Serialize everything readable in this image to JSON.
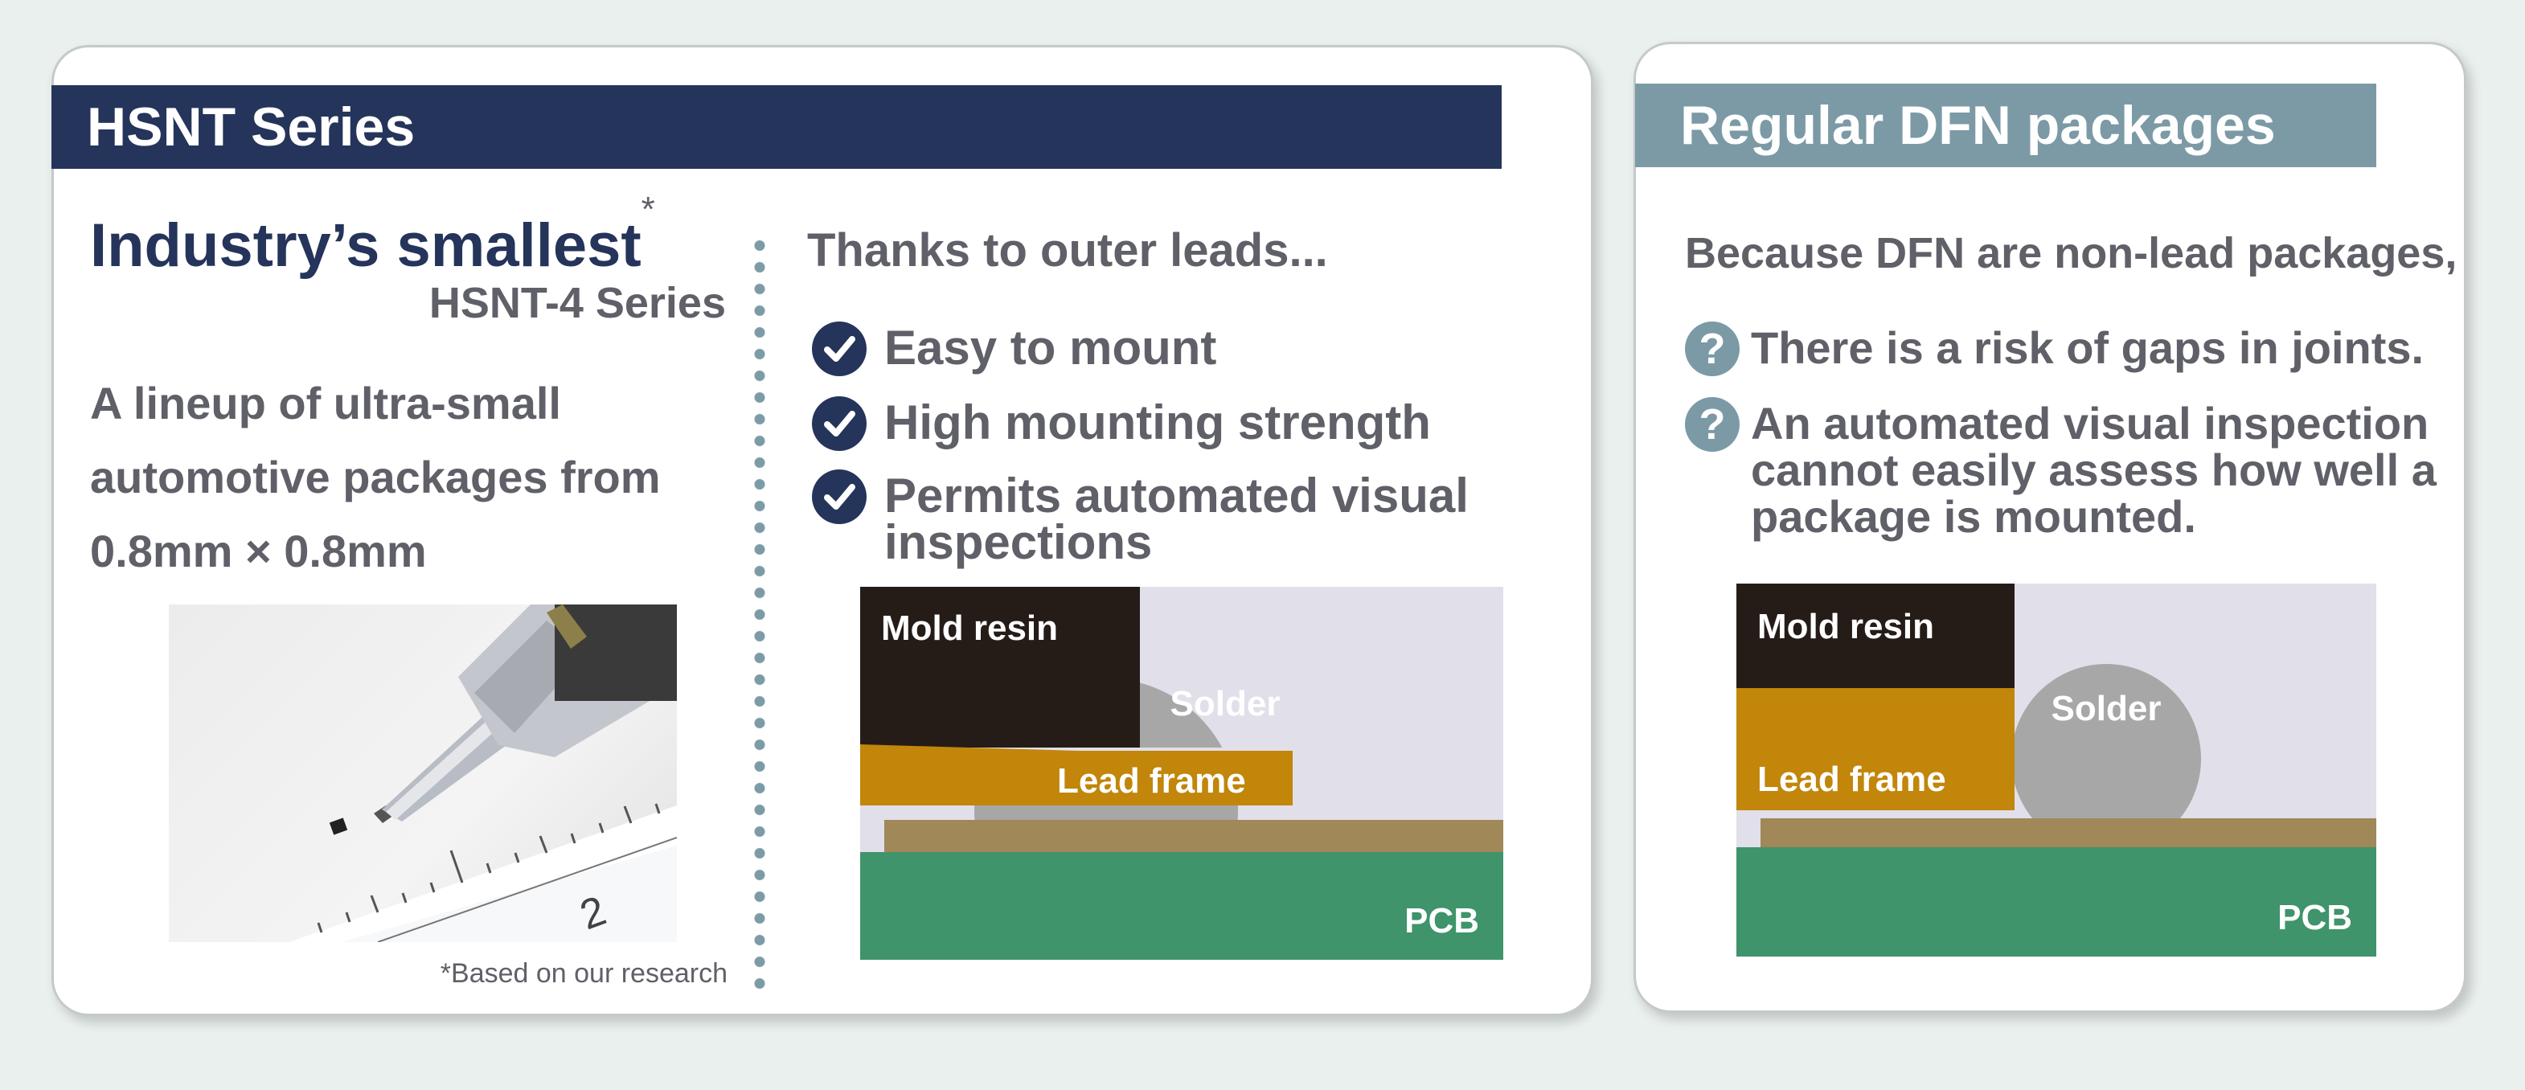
{
  "hsnt": {
    "banner": "HSNT Series",
    "title": "Industry’s smallest",
    "title_mark": "*",
    "series": "HSNT-4 Series",
    "lineup": "A lineup of ultra-small automotive packages from 0.8mm × 0.8mm",
    "footnote": "*Based on our research",
    "thanks": "Thanks to outer leads...",
    "benefits": [
      {
        "label": "Easy to mount",
        "icon": "check-circle-icon"
      },
      {
        "label": "High mounting strength",
        "icon": "check-circle-icon"
      },
      {
        "label": "Permits automated visual inspections",
        "icon": "check-circle-icon"
      }
    ],
    "diagram": {
      "mold": "Mold resin",
      "solder": "Solder",
      "lead": "Lead frame",
      "pcb": "PCB"
    },
    "ruler_mark": "2"
  },
  "dfn": {
    "banner": "Regular DFN packages",
    "because": "Because DFN are non-lead packages,",
    "issues": [
      {
        "label": "There is a risk of gaps in joints.",
        "icon": "question-circle-icon"
      },
      {
        "label": "An automated visual inspection cannot easily assess how well a package is mounted.",
        "icon": "question-circle-icon"
      }
    ],
    "diagram": {
      "mold": "Mold resin",
      "solder": "Solder",
      "lead": "Lead frame",
      "pcb": "PCB"
    }
  },
  "colors": {
    "navy": "#25345a",
    "slate": "#7b9aa6",
    "text_grey": "#5f6068",
    "pcb_green": "#3f946b",
    "pad_tan": "#a08858",
    "lead_gold": "#c1860a",
    "mold_dark": "#251c18",
    "solder_grey": "#a7a7a7",
    "diagram_bg": "#e1dfea"
  }
}
